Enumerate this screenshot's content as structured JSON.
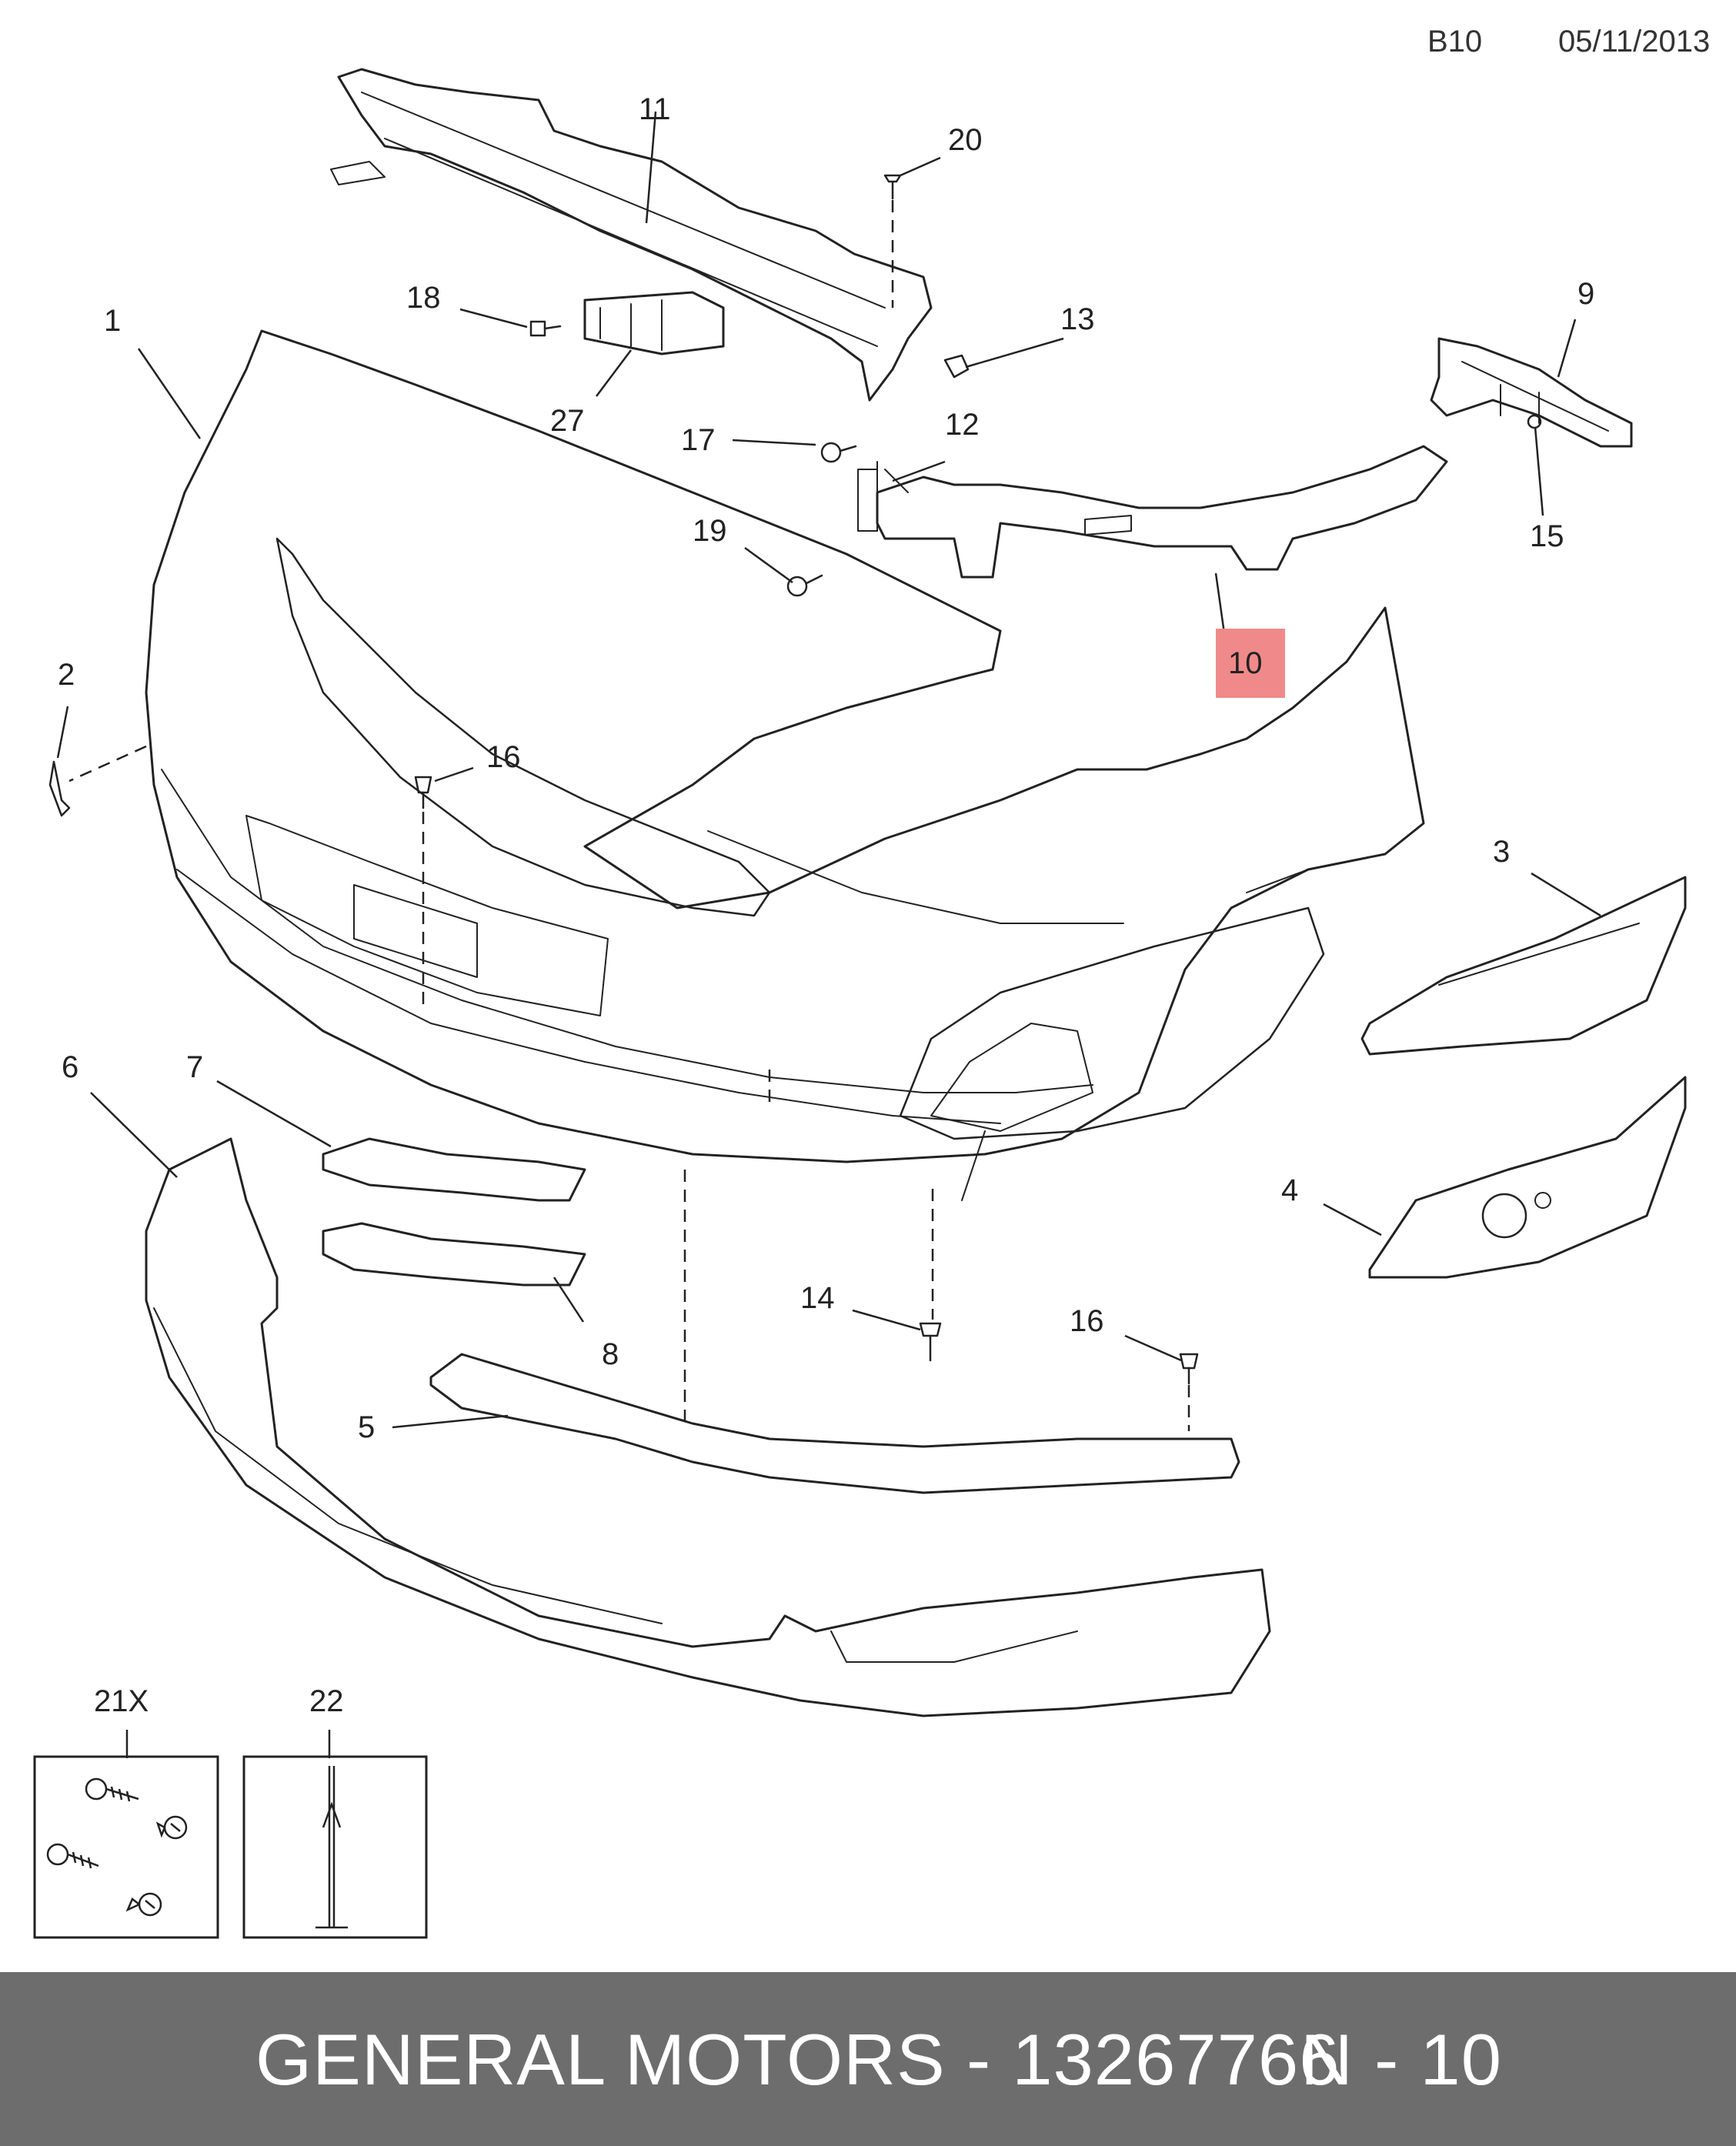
{
  "header": {
    "sheet_code": "B10",
    "date": "05/11/2013"
  },
  "callouts": {
    "c1": "1",
    "c2": "2",
    "c3": "3",
    "c4": "4",
    "c5": "5",
    "c6": "6",
    "c7": "7",
    "c8": "8",
    "c9": "9",
    "c10": "10",
    "c11": "11",
    "c12": "12",
    "c13": "13",
    "c14": "14",
    "c15": "15",
    "c16a": "16",
    "c16b": "16",
    "c17": "17",
    "c18": "18",
    "c19": "19",
    "c20": "20",
    "c21": "21X",
    "c22": "22",
    "c27": "27"
  },
  "highlight": {
    "part": "10",
    "color": "#f08a8a"
  },
  "footer": {
    "part_text": "GENERAL MOTORS - 13267766",
    "position_text": "N - 10"
  }
}
